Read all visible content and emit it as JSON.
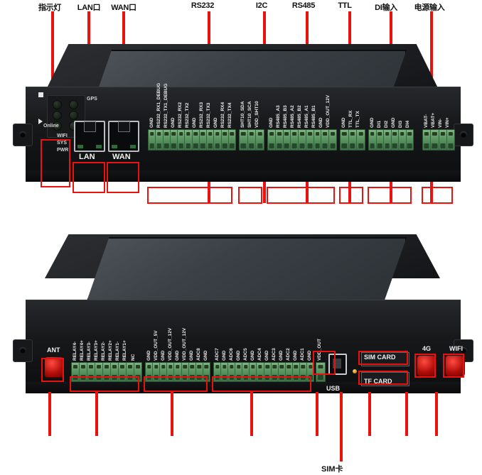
{
  "diagram": {
    "title": "Device front and back panel interface callout diagram",
    "accent_color": "#e8120e",
    "chassis_color": "#1b1c1e",
    "terminal_color": "#5f9a66"
  },
  "top_labels": [
    {
      "id": "indicator",
      "text": "指示灯"
    },
    {
      "id": "lan",
      "text": "LAN口"
    },
    {
      "id": "wan",
      "text": "WAN口"
    },
    {
      "id": "rs232",
      "text": "RS232"
    },
    {
      "id": "i2c",
      "text": "I2C"
    },
    {
      "id": "rs485",
      "text": "RS485"
    },
    {
      "id": "ttl",
      "text": "TTL"
    },
    {
      "id": "di",
      "text": "DI输入"
    },
    {
      "id": "power",
      "text": "电源输入"
    }
  ],
  "bottom_label": {
    "id": "sim",
    "text": "SIM卡"
  },
  "front_panel": {
    "leds": [
      {
        "label": "GPS"
      },
      {
        "label": "Online"
      },
      {
        "label": "WIFI"
      },
      {
        "label": "SYS"
      },
      {
        "label": "PWR"
      }
    ],
    "ports": [
      {
        "label": "LAN"
      },
      {
        "label": "WAN"
      }
    ],
    "terminal_groups": [
      {
        "group": "rs232",
        "pins": [
          "GND",
          "RS232_RX1_DEBUG",
          "RS232_TX1_DEBUG",
          "GND",
          "RS232_RX2",
          "RS232_TX2",
          "GND",
          "RS232_RX3",
          "RS232_TX3",
          "GND",
          "RS232_RX4",
          "RS232_TX4"
        ]
      },
      {
        "group": "i2c",
        "pins": [
          "SHT10_SDA",
          "SHT10_SCA",
          "VDD_SHT10"
        ]
      },
      {
        "group": "rs485",
        "pins": [
          "GND",
          "RS485_A3",
          "RS485_B3",
          "RS485_A2",
          "RS485_B2",
          "RS485_A1",
          "RS485_B1",
          "GND",
          "VDD_OUT_12V"
        ]
      },
      {
        "group": "ttl",
        "pins": [
          "GND",
          "TTL_RX",
          "TTL_TX"
        ]
      },
      {
        "group": "di",
        "pins": [
          "GND",
          "DI1",
          "DI2",
          "GND",
          "DI3",
          "DI4"
        ]
      },
      {
        "group": "power",
        "pins": [
          "VBAT-",
          "VBAT+",
          "VIN-",
          "VIN+"
        ]
      }
    ]
  },
  "back_panel": {
    "antennas": [
      {
        "label": "ANT"
      },
      {
        "label": "4G"
      },
      {
        "label": "WIFI"
      }
    ],
    "usb": {
      "label": "USB"
    },
    "card_slots": [
      {
        "label": "SIM CARD"
      },
      {
        "label": "TF CARD"
      }
    ],
    "terminal_groups": [
      {
        "group": "relay",
        "pins": [
          "RELAY4-",
          "RELAY4+",
          "RELAY3-",
          "RELAY3+",
          "RELAY2-",
          "RELAY2+",
          "RELAY1-",
          "RELAY1+",
          "NC"
        ]
      },
      {
        "group": "vdd-out-a",
        "pins": [
          "GND",
          "VDD_OUT_5V",
          "GND",
          "VDD_OUT_12V",
          "GND",
          "VDD_OUT_12V",
          "GND",
          "ADC8",
          "GND"
        ]
      },
      {
        "group": "adc-a",
        "pins": [
          "ADC7",
          "GND",
          "ADC6",
          "GND",
          "ADC5",
          "GND",
          "ADC4",
          "GND",
          "ADC3",
          "GND",
          "ADC2",
          "GND",
          "ADC1",
          "GND"
        ]
      },
      {
        "group": "vdd-out-b",
        "pins": [
          "VDD_OUT"
        ]
      }
    ]
  }
}
